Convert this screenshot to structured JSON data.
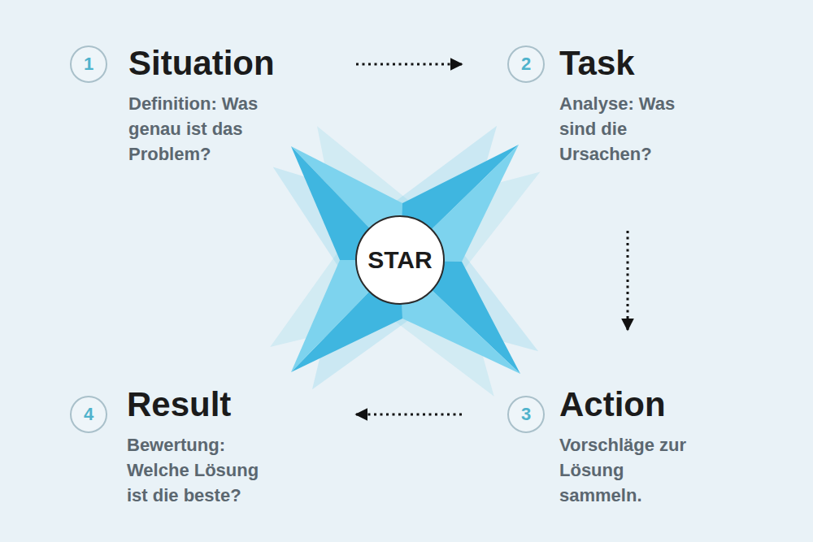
{
  "diagram": {
    "nodes": [
      {
        "text": [
          "Situation",
          "Definition: Was genau ist das Problem?"
        ]
      },
      {
        "text": [
          "1"
        ],
        "in": 0
      },
      {
        "text": [
          "Task",
          "Analyse: Was sind die Ursachen?"
        ]
      },
      {
        "text": [
          "2"
        ],
        "in": 2
      },
      {
        "text": [
          "STAR"
        ]
      },
      {
        "text": [
          "Result",
          "Bewertung: Welche Lösung ist die beste?"
        ]
      },
      {
        "text": [
          "4"
        ],
        "in": 5
      },
      {
        "text": [
          "Action",
          "Vorschläge zur Lösung sammeln."
        ]
      },
      {
        "text": [
          "3"
        ],
        "in": 7
      }
    ],
    "edges": [
      {
        "from": 0,
        "to": 2,
        "arrow": "to"
      },
      {
        "from": 2,
        "to": 7,
        "arrow": "to"
      },
      {
        "from": 7,
        "to": 5,
        "arrow": "to"
      }
    ]
  }
}
